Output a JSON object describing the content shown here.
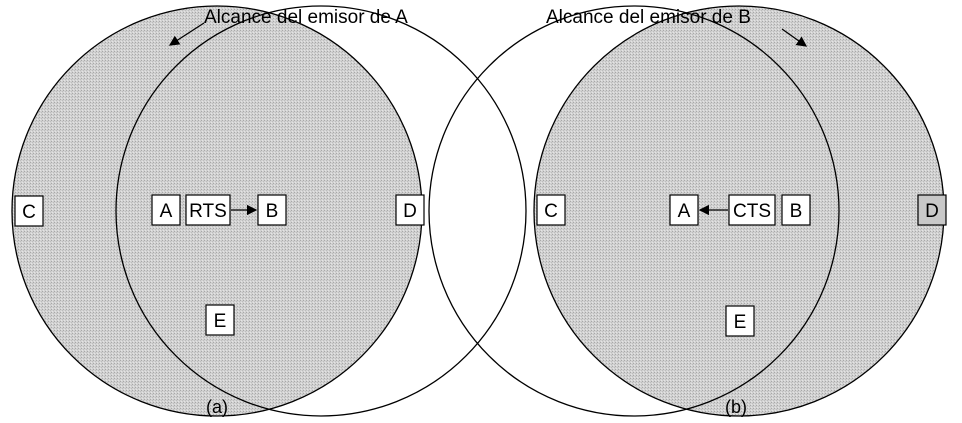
{
  "panel_a": {
    "range_label": "Alcance del emisor de A",
    "caption": "(a)",
    "nodes": {
      "C": "C",
      "A": "A",
      "B": "B",
      "D": "D",
      "E": "E"
    },
    "message": "RTS"
  },
  "panel_b": {
    "range_label": "Alcance del emisor de B",
    "caption": "(b)",
    "nodes": {
      "C": "C",
      "A": "A",
      "B": "B",
      "D": "D",
      "E": "E"
    },
    "message": "CTS"
  },
  "colors": {
    "shade": "#cfcfcf",
    "stroke": "#000000",
    "background": "#ffffff"
  }
}
